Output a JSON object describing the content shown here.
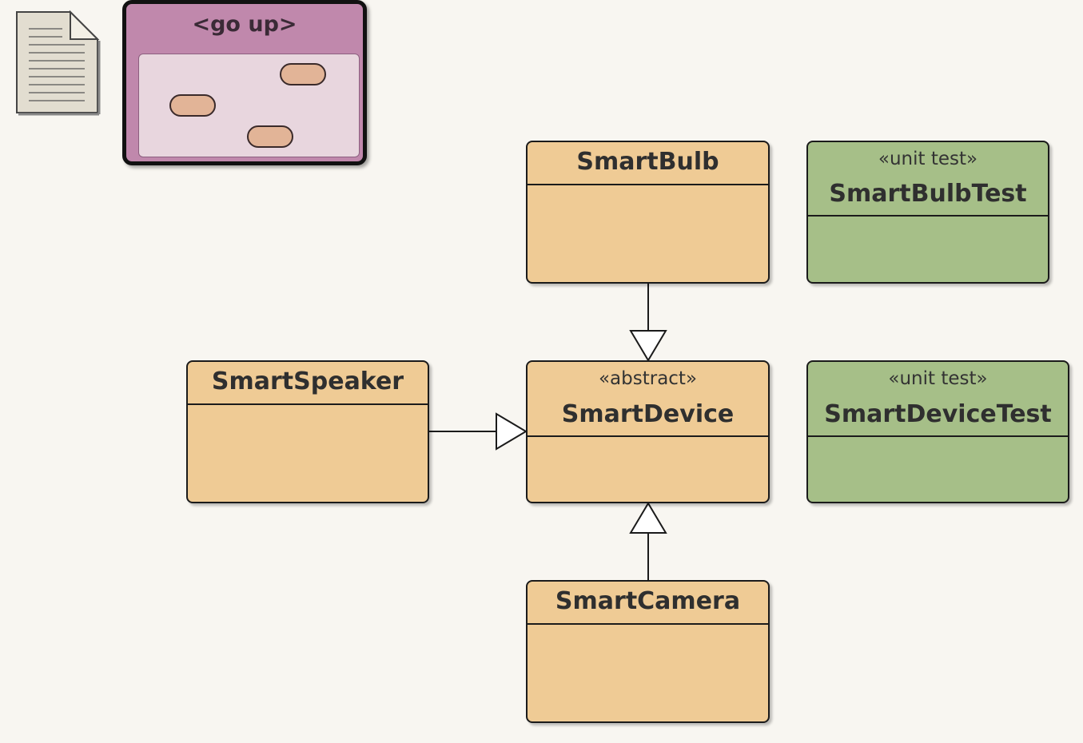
{
  "navigation": {
    "go_up_label": "<go up>"
  },
  "classes": {
    "smart_bulb": {
      "name": "SmartBulb"
    },
    "smart_bulb_test": {
      "stereotype": "«unit test»",
      "name": "SmartBulbTest"
    },
    "smart_speaker": {
      "name": "SmartSpeaker"
    },
    "smart_device": {
      "stereotype": "«abstract»",
      "name": "SmartDevice"
    },
    "smart_device_test": {
      "stereotype": "«unit test»",
      "name": "SmartDeviceTest"
    },
    "smart_camera": {
      "name": "SmartCamera"
    }
  },
  "relations": [
    {
      "type": "generalization",
      "from": "SmartBulb",
      "to": "SmartDevice"
    },
    {
      "type": "generalization",
      "from": "SmartSpeaker",
      "to": "SmartDevice"
    },
    {
      "type": "generalization",
      "from": "SmartCamera",
      "to": "SmartDevice"
    }
  ],
  "colors": {
    "background": "#f8f6f1",
    "class_fill": "#efcb95",
    "test_fill": "#a6bf88",
    "package_fill": "#c088ac",
    "package_inner": "#e8d6de",
    "node_pill": "#e2b497"
  },
  "icons": {
    "note": "document-icon"
  }
}
